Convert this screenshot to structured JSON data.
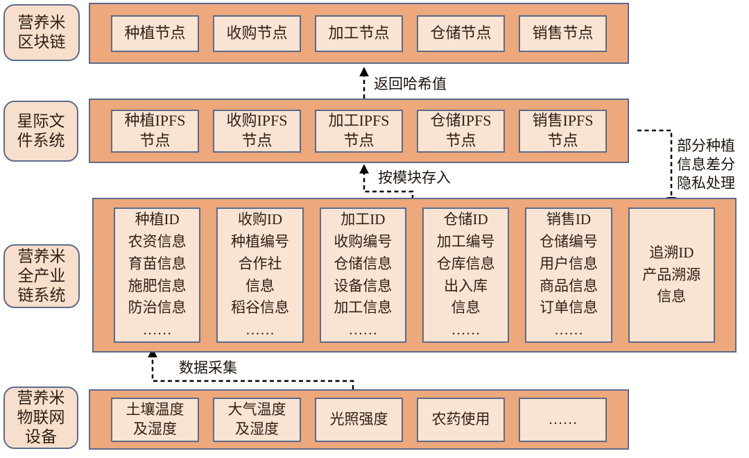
{
  "colors": {
    "background": "#ffffff",
    "band_fill": "#eda87c",
    "node_fill": "#f9e4d3",
    "label_fill": "#f8dfcc",
    "border": "#5c6b88",
    "text": "#2e1f15",
    "arrow": "#000000"
  },
  "layers": [
    {
      "id": "blockchain",
      "label": "营养米\n区块链",
      "nodes": [
        "种植节点",
        "收购节点",
        "加工节点",
        "仓储节点",
        "销售节点"
      ]
    },
    {
      "id": "ipfs",
      "label": "星际文\n件系统",
      "nodes": [
        "种植IPFS\n节点",
        "收购IPFS\n节点",
        "加工IPFS\n节点",
        "仓储IPFS\n节点",
        "销售IPFS\n节点"
      ]
    },
    {
      "id": "industry-chain",
      "label": "营养米\n全产业\n链系统",
      "nodes": [
        "种植ID\n农资信息\n育苗信息\n施肥信息\n防治信息\n……",
        "收购ID\n种植编号\n合作社\n信息\n稻谷信息\n……",
        "加工ID\n收购编号\n仓储信息\n设备信息\n加工信息\n……",
        "仓储ID\n加工编号\n仓库信息\n出入库\n信息\n……",
        "销售ID\n仓储编号\n用户信息\n商品信息\n订单信息\n……",
        "追溯ID\n产品溯源\n信息"
      ]
    },
    {
      "id": "iot",
      "label": "营养米\n物联网\n设备",
      "nodes": [
        "土壤温度\n及湿度",
        "大气温度\n及湿度",
        "光照强度",
        "农药使用",
        "……"
      ]
    }
  ],
  "arrows": {
    "return_hash": {
      "label": "返回哈希值"
    },
    "store_by_module": {
      "label": "按模块存入"
    },
    "privacy": {
      "label": "部分种植\n信息差分\n隐私处理"
    },
    "data_collection": {
      "label": "数据采集"
    }
  }
}
